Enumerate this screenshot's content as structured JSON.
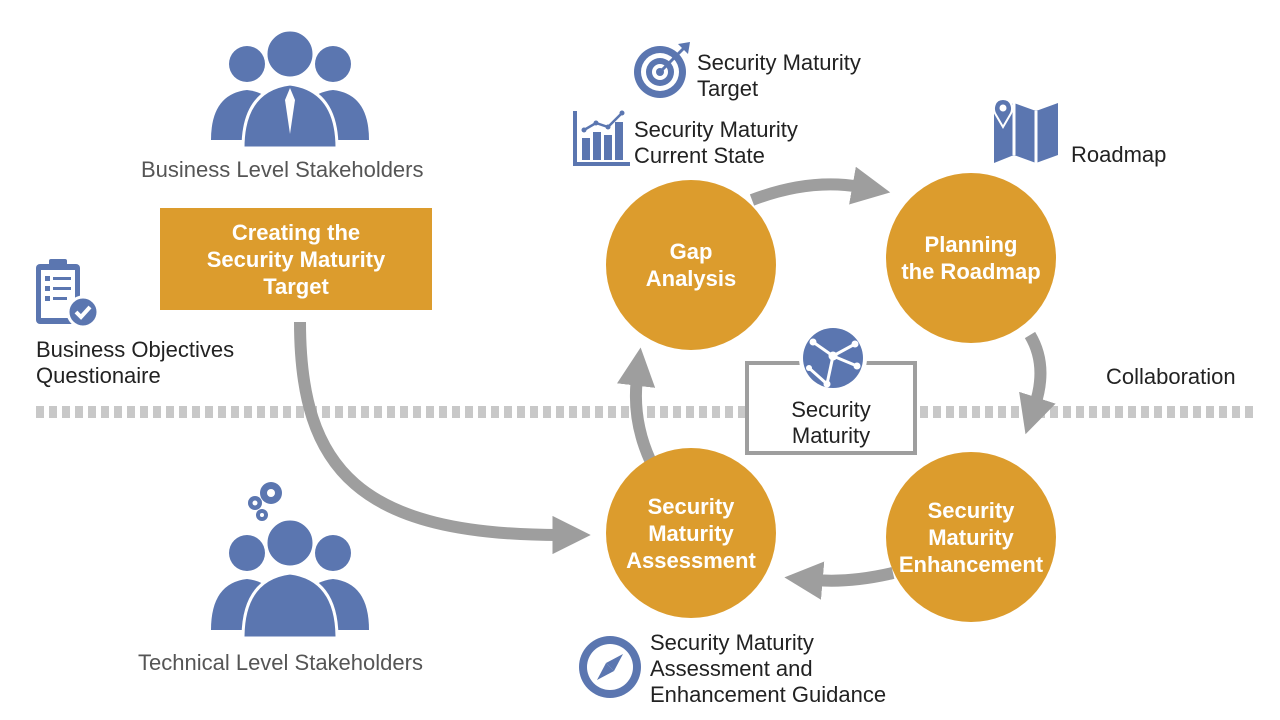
{
  "colors": {
    "accent_orange": "#dc9c2d",
    "icon_blue": "#5b76b0",
    "arrow_grey": "#9e9e9e",
    "divider_grey": "#c8c8c8"
  },
  "stakeholders": {
    "business": "Business Level Stakeholders",
    "technical": "Technical Level Stakeholders"
  },
  "target_box": "Creating the\nSecurity Maturity\nTarget",
  "questionnaire": "Business Objectives\nQuestionaire",
  "collaboration": "Collaboration",
  "cycle": {
    "gap": "Gap\nAnalysis",
    "planning": "Planning\nthe Roadmap",
    "enhancement": "Security\nMaturity\nEnhancement",
    "assessment": "Security\nMaturity\nAssessment"
  },
  "center_box": "Security\nMaturity",
  "annotations": {
    "target": "Security Maturity\nTarget",
    "current_state": "Security Maturity\nCurrent State",
    "roadmap": "Roadmap",
    "guidance": "Security Maturity\nAssessment and\nEnhancement Guidance"
  },
  "icons": {
    "business_people": "people-group-icon",
    "technical_people": "people-group-gears-icon",
    "clipboard": "clipboard-check-icon",
    "target": "target-arrow-icon",
    "chart": "bar-chart-icon",
    "map": "map-pin-icon",
    "globe": "globe-network-icon",
    "compass": "compass-icon"
  }
}
